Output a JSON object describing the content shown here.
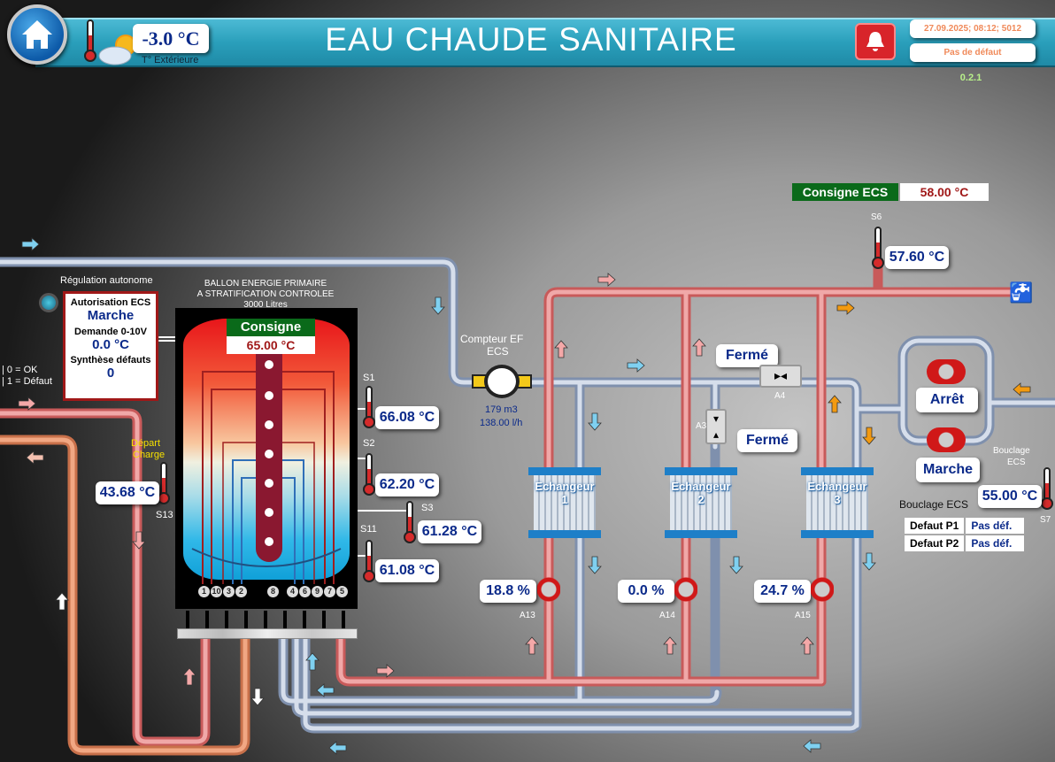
{
  "header": {
    "title": "EAU CHAUDE SANITAIRE",
    "outdoor_temp": "-3.0 °C",
    "outdoor_label": "T° Extérieure",
    "datetime": "27.09.2025; 08:12; 5012",
    "fault_status": "Pas de défaut",
    "version": "0.2.1"
  },
  "regulation": {
    "title": "Régulation autonome",
    "auth_label": "Autorisation ECS",
    "auth_value": "Marche",
    "demand_label": "Demande 0-10V",
    "demand_value": "0.0 °C",
    "fault_label": "Synthèse défauts",
    "fault_value": "0",
    "legend_ok": "| 0 = OK",
    "legend_fault": "| 1 = Défaut"
  },
  "tank": {
    "title1": "BALLON ENERGIE PRIMAIRE",
    "title2": "A STRATIFICATION CONTROLEE",
    "title3": "3000 Litres",
    "consigne_label": "Consigne",
    "consigne_value": "65.00 °C",
    "connections": [
      "1",
      "10",
      "3",
      "2",
      "8",
      "4",
      "6",
      "9",
      "7",
      "5"
    ]
  },
  "sensors": {
    "s1": {
      "name": "S1",
      "value": "66.08 °C"
    },
    "s2": {
      "name": "S2",
      "value": "62.20 °C"
    },
    "s3": {
      "name": "S3",
      "value": "61.28 °C"
    },
    "s11": {
      "name": "S11",
      "value": "61.08 °C"
    },
    "s13": {
      "name": "S13",
      "value": "43.68 °C",
      "label1": "Départ",
      "label2": "Charge"
    },
    "s6": {
      "name": "S6",
      "value": "57.60 °C"
    },
    "s7": {
      "name": "S7",
      "value": "55.00 °C",
      "label1": "Bouclage",
      "label2": "ECS"
    }
  },
  "consigne_ecs": {
    "label": "Consigne ECS",
    "value": "58.00 °C"
  },
  "meter": {
    "label1": "Compteur EF",
    "label2": "ECS",
    "volume": "179 m3",
    "flow": "138.00 l/h"
  },
  "valves": {
    "a4": {
      "name": "A4",
      "state": "Fermé"
    },
    "a3": {
      "name": "A3",
      "state": "Fermé"
    },
    "a13": {
      "name": "A13",
      "value": "18.8 %"
    },
    "a14": {
      "name": "A14",
      "value": "0.0 %"
    },
    "a15": {
      "name": "A15",
      "value": "24.7 %"
    }
  },
  "exchangers": [
    {
      "label": "Echangeur",
      "num": "1"
    },
    {
      "label": "Echangeur",
      "num": "2"
    },
    {
      "label": "Echangeur",
      "num": "3"
    }
  ],
  "pumps": {
    "p1_state": "Arrêt",
    "p2_state": "Marche",
    "title": "Bouclage ECS",
    "rows": [
      {
        "label": "Defaut P1",
        "value": "Pas déf."
      },
      {
        "label": "Defaut P2",
        "value": "Pas déf."
      }
    ]
  },
  "colors": {
    "header": "#2a9fbb",
    "hot_pipe": "#e88a8a",
    "cold_pipe": "#b8c6da",
    "value_text": "#0b2a8a",
    "consigne_green": "#0a6a1a"
  }
}
